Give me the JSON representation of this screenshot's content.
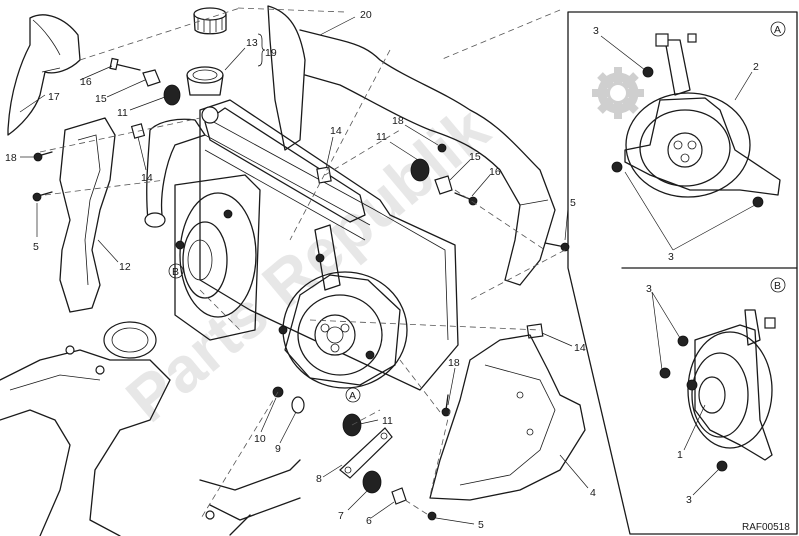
{
  "callouts": {
    "c20": "20",
    "c13": "13",
    "c19": "19",
    "c16a": "16",
    "c15a": "15",
    "c11a": "11",
    "c17": "17",
    "c18a": "18",
    "c14a": "14",
    "c5a": "5",
    "c12": "12",
    "c14b": "14",
    "c11b": "11",
    "c18b": "18",
    "c15b": "15",
    "c16b": "16",
    "c5b": "5",
    "c14c": "14",
    "c18c": "18",
    "c11c": "11",
    "c10": "10",
    "c9": "9",
    "c8": "8",
    "c7": "7",
    "c6": "6",
    "c5c": "5",
    "c4": "4",
    "c3a": "3",
    "c2": "2",
    "c3b": "3",
    "c3c": "3",
    "c1": "1",
    "c3d": "3"
  },
  "detail_markers": {
    "a_main": "A",
    "b_main": "B",
    "a_inset": "A",
    "b_inset": "B"
  },
  "drawing_ref": "RAF00518",
  "watermark": "Parts Republik",
  "colors": {
    "ink": "#1a1a1a",
    "watermark": "#d4d4d4",
    "background": "#ffffff"
  }
}
